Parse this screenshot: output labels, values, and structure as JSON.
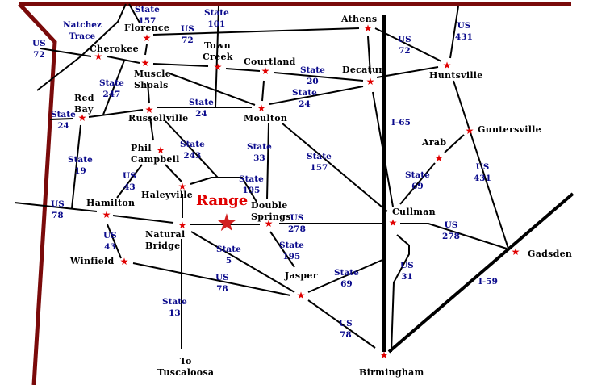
{
  "map": {
    "highlight": {
      "label": "Range",
      "color": "#e00000"
    },
    "colors": {
      "border": "#7a0a0a",
      "road": "#000000",
      "route_label": "#0a0a8c",
      "city_star": "#e00000"
    },
    "cities": [
      {
        "id": "florence",
        "label": "Florence"
      },
      {
        "id": "athens",
        "label": "Athens"
      },
      {
        "id": "cherokee",
        "label": "Cherokee"
      },
      {
        "id": "muscle_shoals",
        "label": "Muscle Shoals",
        "lines": [
          "Muscle",
          "Shoals"
        ]
      },
      {
        "id": "town_creek",
        "label": "Town Creek",
        "lines": [
          "Town",
          "Creek"
        ]
      },
      {
        "id": "courtland",
        "label": "Courtland"
      },
      {
        "id": "decatur",
        "label": "Decatur"
      },
      {
        "id": "huntsville",
        "label": "Huntsville"
      },
      {
        "id": "red_bay",
        "label": "Red Bay",
        "lines": [
          "Red",
          "Bay"
        ]
      },
      {
        "id": "russellville",
        "label": "Russellville"
      },
      {
        "id": "moulton",
        "label": "Moulton"
      },
      {
        "id": "guntersville",
        "label": "Guntersville"
      },
      {
        "id": "arab",
        "label": "Arab"
      },
      {
        "id": "phil_campbell",
        "label": "Phil Campbell",
        "lines": [
          "Phil",
          "Campbell"
        ]
      },
      {
        "id": "haleyville",
        "label": "Haleyville"
      },
      {
        "id": "hamilton",
        "label": "Hamilton"
      },
      {
        "id": "double_springs",
        "label": "Double Springs",
        "lines": [
          "Double",
          "Springs"
        ]
      },
      {
        "id": "cullman",
        "label": "Cullman"
      },
      {
        "id": "natural_bridge",
        "label": "Natural Bridge",
        "lines": [
          "Natural",
          "Bridge"
        ]
      },
      {
        "id": "winfield",
        "label": "Winfield"
      },
      {
        "id": "gadsden",
        "label": "Gadsden"
      },
      {
        "id": "jasper",
        "label": "Jasper"
      },
      {
        "id": "birmingham",
        "label": "Birmingham"
      },
      {
        "id": "tuscaloosa",
        "label": "To Tuscaloosa",
        "lines": [
          "To",
          "Tuscaloosa"
        ]
      }
    ],
    "routes": [
      {
        "id": "natchez",
        "lines": [
          "Natchez",
          "Trace"
        ]
      },
      {
        "id": "state157_n",
        "lines": [
          "State",
          "157"
        ]
      },
      {
        "id": "state101",
        "lines": [
          "State",
          "101"
        ]
      },
      {
        "id": "us72_w",
        "lines": [
          "US",
          "72"
        ]
      },
      {
        "id": "us72_c",
        "lines": [
          "US",
          "72"
        ]
      },
      {
        "id": "us72_e",
        "lines": [
          "US",
          "72"
        ]
      },
      {
        "id": "us431_n",
        "lines": [
          "US",
          "431"
        ]
      },
      {
        "id": "state247",
        "lines": [
          "State",
          "247"
        ]
      },
      {
        "id": "state20",
        "lines": [
          "State",
          "20"
        ]
      },
      {
        "id": "state24_w",
        "lines": [
          "State",
          "24"
        ]
      },
      {
        "id": "state24_c",
        "lines": [
          "State",
          "24"
        ]
      },
      {
        "id": "state24_e",
        "lines": [
          "State",
          "24"
        ]
      },
      {
        "id": "i65",
        "lines": [
          "I-65"
        ]
      },
      {
        "id": "state19",
        "lines": [
          "State",
          "19"
        ]
      },
      {
        "id": "state243",
        "lines": [
          "State",
          "243"
        ]
      },
      {
        "id": "state33",
        "lines": [
          "State",
          "33"
        ]
      },
      {
        "id": "state157_s",
        "lines": [
          "State",
          "157"
        ]
      },
      {
        "id": "us431_s",
        "lines": [
          "US",
          "431"
        ]
      },
      {
        "id": "state69_n",
        "lines": [
          "State",
          "69"
        ]
      },
      {
        "id": "us43_n",
        "lines": [
          "US",
          "43"
        ]
      },
      {
        "id": "state195_n",
        "lines": [
          "State",
          "195"
        ]
      },
      {
        "id": "us78_w",
        "lines": [
          "US",
          "78"
        ]
      },
      {
        "id": "us278_w",
        "lines": [
          "US",
          "278"
        ]
      },
      {
        "id": "us278_e",
        "lines": [
          "US",
          "278"
        ]
      },
      {
        "id": "us43_s",
        "lines": [
          "US",
          "43"
        ]
      },
      {
        "id": "state5",
        "lines": [
          "State",
          "5"
        ]
      },
      {
        "id": "state195_s",
        "lines": [
          "State",
          "195"
        ]
      },
      {
        "id": "us31",
        "lines": [
          "US",
          "31"
        ]
      },
      {
        "id": "i59",
        "lines": [
          "I-59"
        ]
      },
      {
        "id": "state69_s",
        "lines": [
          "State",
          "69"
        ]
      },
      {
        "id": "us78_c",
        "lines": [
          "US",
          "78"
        ]
      },
      {
        "id": "state13",
        "lines": [
          "State",
          "13"
        ]
      },
      {
        "id": "us78_s",
        "lines": [
          "US",
          "78"
        ]
      }
    ]
  }
}
